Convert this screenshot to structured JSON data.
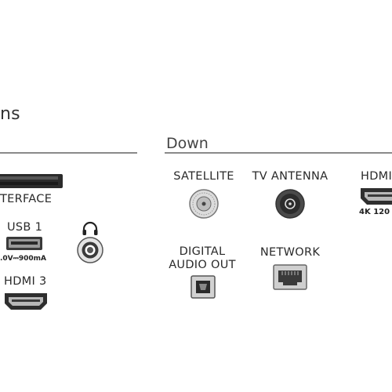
{
  "header": {
    "title_fragment": "ns"
  },
  "sections": {
    "down_label": "Down"
  },
  "left": {
    "ci_label": "TERFACE",
    "usb_label": "USB 1",
    "usb_spec": ".0V⎓900mA",
    "hdmi3_label": "HDMI 3"
  },
  "down": {
    "satellite_label": "SATELLITE",
    "tv_antenna_label": "TV ANTENNA",
    "hdmi_label": "HDMI",
    "hdmi_spec": "4K 120",
    "digital_audio_line1": "DIGITAL",
    "digital_audio_line2": "AUDIO OUT",
    "network_label": "NETWORK"
  },
  "icons": [
    "headphone-icon",
    "satellite-port-icon",
    "antenna-port-icon",
    "hdmi-port-icon",
    "usb-port-icon",
    "optical-port-icon",
    "ethernet-port-icon",
    "audio-jack-icon",
    "ci-slot-icon"
  ]
}
